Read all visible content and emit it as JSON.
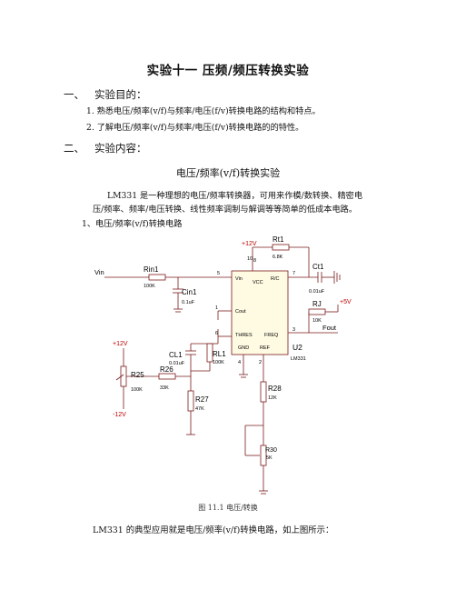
{
  "doc": {
    "title": "实验十一  压频/频压转换实验",
    "section1": {
      "num": "一、",
      "label": "实验目的："
    },
    "items": [
      "1. 熟悉电压/频率(v/f)与频率/电压(f/v)转换电路的结构和特点。",
      "2. 了解电压/频率(v/f)与频率/电压(f/v)转换电路的的特性。"
    ],
    "section2": {
      "num": "二、",
      "label": "实验内容："
    },
    "subtitle": "电压/频率(v/f)转换实验",
    "paragraph": "LM331 是一种理想的电压/频率转换器，可用来作模/数转换、精密电压/频率、频率/电压转换、线性频率调制与解调等等简单的低成本电路。",
    "item_circuit": "1、电压/频率(v/f)转换电路",
    "caption": "图 11.1  电压/转换",
    "last_line": "LM331 的典型应用就是电压/频率(v/f)转换电路，如上图所示："
  },
  "schematic": {
    "supply_pos": "+12V",
    "supply_pos2": "+12V",
    "supply_neg": "-12V",
    "supply_5v": "+5V",
    "vin": "Vin",
    "fout": "Fout",
    "chip_ref": "U2",
    "chip_name": "LM331",
    "pins": {
      "vin": "Vin",
      "vcc": "VCC",
      "r_c": "R/C",
      "cout": "Cout",
      "thres": "THRES",
      "freq": "FREQ",
      "gnd": "GND",
      "ref": "REF"
    },
    "pin_numbers": {
      "p5": "5",
      "p8": "8",
      "p7": "7",
      "p1": "1",
      "p6": "6",
      "p3": "3",
      "p4": "4",
      "p2": "2",
      "p10": "10"
    },
    "parts": {
      "rt1": {
        "ref": "Rt1",
        "val": "6.8K"
      },
      "ct1": {
        "ref": "Ct1",
        "val": "0.01uF"
      },
      "rin1": {
        "ref": "Rin1",
        "val": "100K"
      },
      "cin1": {
        "ref": "Cin1",
        "val": "0.1uF"
      },
      "rj": {
        "ref": "RJ",
        "val": "10K"
      },
      "cl1": {
        "ref": "CL1",
        "val": "0.01uF"
      },
      "rl1": {
        "ref": "RL1",
        "val": "100K"
      },
      "r25": {
        "ref": "R25",
        "val": "100K"
      },
      "r26": {
        "ref": "R26",
        "val": "33K"
      },
      "r27": {
        "ref": "R27",
        "val": "47K"
      },
      "r28": {
        "ref": "R28",
        "val": "12K"
      },
      "r30": {
        "ref": "R30",
        "val": "5K"
      }
    }
  }
}
